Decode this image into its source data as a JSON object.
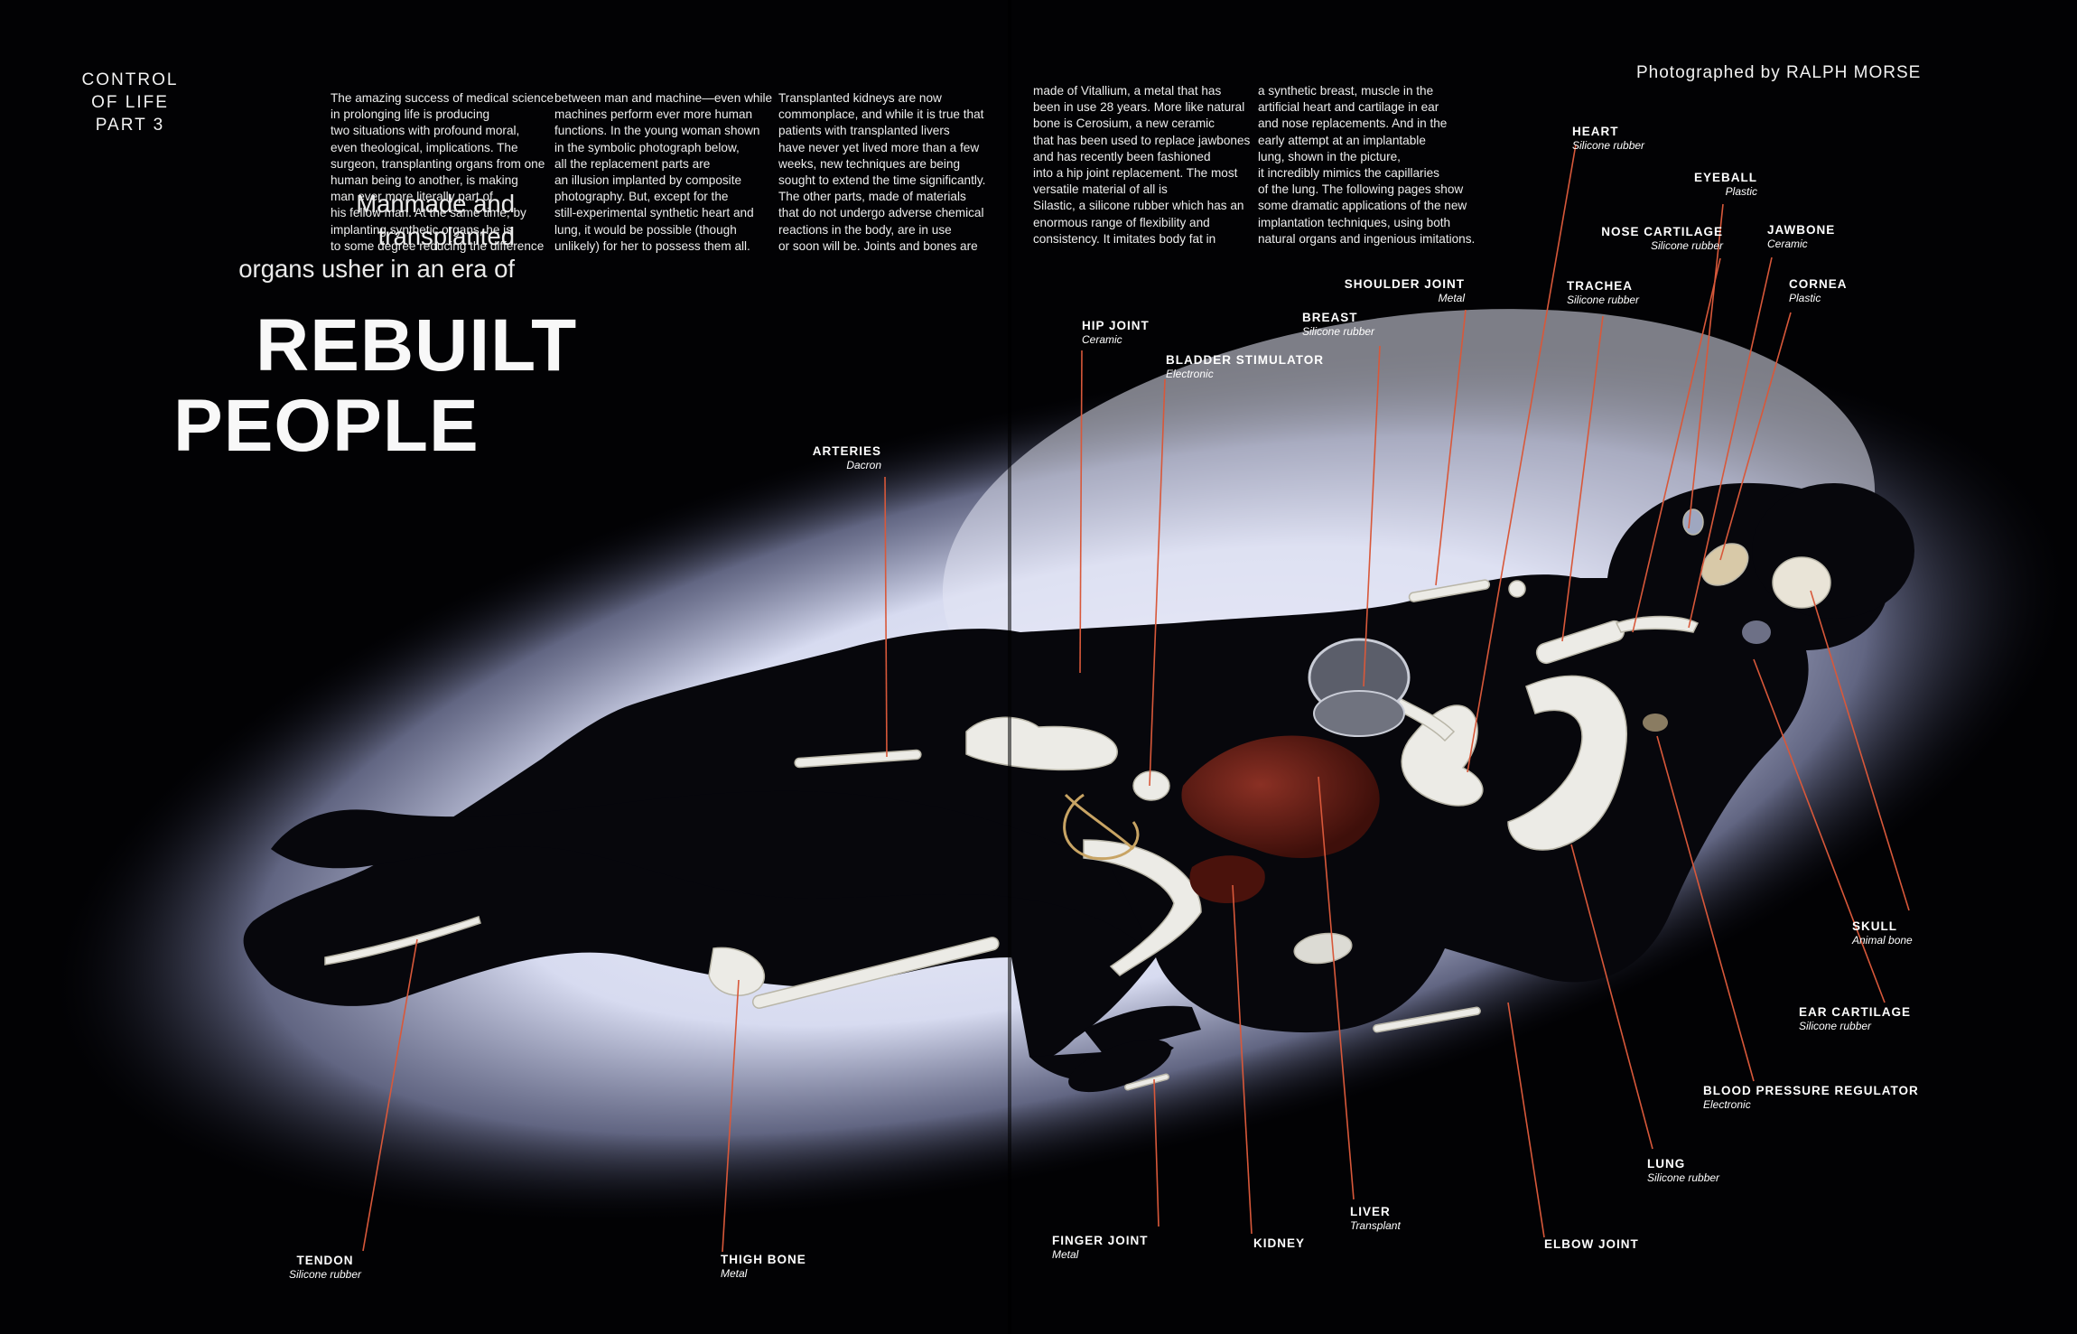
{
  "kicker": {
    "line1": "CONTROL",
    "line2": "OF LIFE",
    "line3": "PART 3"
  },
  "credit": "Photographed by RALPH MORSE",
  "deck": {
    "line1": "Manmade and",
    "line2": "transplanted",
    "line3": "organs usher in an era of"
  },
  "headline": {
    "line1": "REBUILT",
    "line2": "PEOPLE"
  },
  "body_columns": [
    [
      "The amazing success of medical science",
      "in prolonging life is producing",
      "two situations with profound moral,",
      "even theological, implications. The",
      "surgeon, transplanting organs from one",
      "human being to another, is making",
      "man ever more literally part of",
      "his fellow man. At the same time, by",
      "implanting synthetic organs, he is",
      "to some degree reducing the difference"
    ],
    [
      "between man and machine—even while",
      "machines perform ever more human",
      "functions. In the young woman shown",
      "in the symbolic photograph below,",
      "all the replacement parts are",
      "an illusion implanted by composite",
      "photography. But, except for the",
      "still-experimental synthetic heart and",
      "lung, it would be possible (though",
      "unlikely) for her to possess them all."
    ],
    [
      "Transplanted kidneys are now",
      "commonplace, and while it is true that",
      "patients with transplanted livers",
      "have never yet lived more than a few",
      "weeks, new techniques are being",
      "sought to extend the time significantly.",
      "The other parts, made of materials",
      "that do not undergo adverse chemical",
      "reactions in the body, are in use",
      "or soon will be. Joints and bones are"
    ],
    [
      "made of Vitallium, a metal that has",
      "been in use 28 years. More like natural",
      "bone is Cerosium, a new ceramic",
      "that has been used to replace jawbones",
      "and has recently been fashioned",
      "into a hip joint replacement. The most",
      "versatile material of all is",
      "Silastic, a silicone rubber which has an",
      "enormous range of flexibility and",
      "consistency. It imitates body fat in"
    ],
    [
      "a synthetic breast, muscle in the",
      "artificial heart and cartilage in ear",
      "and nose replacements. And in the",
      "early attempt at an implantable",
      "lung, shown in the picture,",
      "it incredibly mimics the capillaries",
      "of the lung. The following pages show",
      "some dramatic applications of the new",
      "implantation techniques, using both",
      "natural organs and ingenious imitations."
    ]
  ],
  "labels": {
    "heart": {
      "name": "HEART",
      "material": "Silicone rubber"
    },
    "eyeball": {
      "name": "EYEBALL",
      "material": "Plastic"
    },
    "nose_cartilage": {
      "name": "NOSE CARTILAGE",
      "material": "Silicone rubber"
    },
    "jawbone": {
      "name": "JAWBONE",
      "material": "Ceramic"
    },
    "shoulder_joint": {
      "name": "SHOULDER JOINT",
      "material": "Metal"
    },
    "trachea": {
      "name": "TRACHEA",
      "material": "Silicone rubber"
    },
    "cornea": {
      "name": "CORNEA",
      "material": "Plastic"
    },
    "breast": {
      "name": "BREAST",
      "material": "Silicone rubber"
    },
    "hip_joint": {
      "name": "HIP JOINT",
      "material": "Ceramic"
    },
    "bladder_stimulator": {
      "name": "BLADDER STIMULATOR",
      "material": "Electronic"
    },
    "arteries": {
      "name": "ARTERIES",
      "material": "Dacron"
    },
    "skull": {
      "name": "SKULL",
      "material": "Animal bone"
    },
    "ear_cartilage": {
      "name": "EAR CARTILAGE",
      "material": "Silicone rubber"
    },
    "blood_pressure_regulator": {
      "name": "BLOOD PRESSURE REGULATOR",
      "material": "Electronic"
    },
    "lung": {
      "name": "LUNG",
      "material": "Silicone rubber"
    },
    "tendon": {
      "name": "TENDON",
      "material": "Silicone rubber"
    },
    "thigh_bone": {
      "name": "THIGH BONE",
      "material": "Metal"
    },
    "finger_joint": {
      "name": "FINGER JOINT",
      "material": "Metal"
    },
    "kidney": {
      "name": "KIDNEY"
    },
    "liver": {
      "name": "LIVER",
      "material": "Transplant"
    },
    "elbow_joint": {
      "name": "ELBOW JOINT"
    }
  },
  "colors": {
    "background": "#020204",
    "glow": "#dfe2f4",
    "figure": "#07070c",
    "leader_line": "#d8583a",
    "liver": "#5a1a14"
  }
}
